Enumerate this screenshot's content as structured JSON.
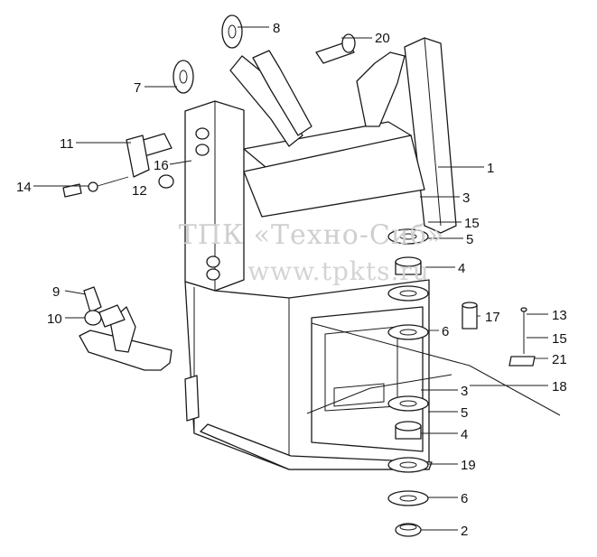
{
  "diagram": {
    "watermark": {
      "line1": "ТПК «Техно-Сиб»",
      "line2": "www.tpkts.ru"
    },
    "callouts": [
      {
        "id": "c8",
        "label": "8"
      },
      {
        "id": "c20",
        "label": "20"
      },
      {
        "id": "c7",
        "label": "7"
      },
      {
        "id": "c11",
        "label": "11"
      },
      {
        "id": "c1",
        "label": "1"
      },
      {
        "id": "c16",
        "label": "16"
      },
      {
        "id": "c14",
        "label": "14"
      },
      {
        "id": "c12",
        "label": "12"
      },
      {
        "id": "c3a",
        "label": "3"
      },
      {
        "id": "c15a",
        "label": "15"
      },
      {
        "id": "c5a",
        "label": "5"
      },
      {
        "id": "c4a",
        "label": "4"
      },
      {
        "id": "c9",
        "label": "9"
      },
      {
        "id": "c10",
        "label": "10"
      },
      {
        "id": "c17",
        "label": "17"
      },
      {
        "id": "c13",
        "label": "13"
      },
      {
        "id": "c6a",
        "label": "6"
      },
      {
        "id": "c15b",
        "label": "15"
      },
      {
        "id": "c21",
        "label": "21"
      },
      {
        "id": "c18",
        "label": "18"
      },
      {
        "id": "c3b",
        "label": "3"
      },
      {
        "id": "c5b",
        "label": "5"
      },
      {
        "id": "c4b",
        "label": "4"
      },
      {
        "id": "c19",
        "label": "19"
      },
      {
        "id": "c6b",
        "label": "6"
      },
      {
        "id": "c2",
        "label": "2"
      }
    ]
  }
}
